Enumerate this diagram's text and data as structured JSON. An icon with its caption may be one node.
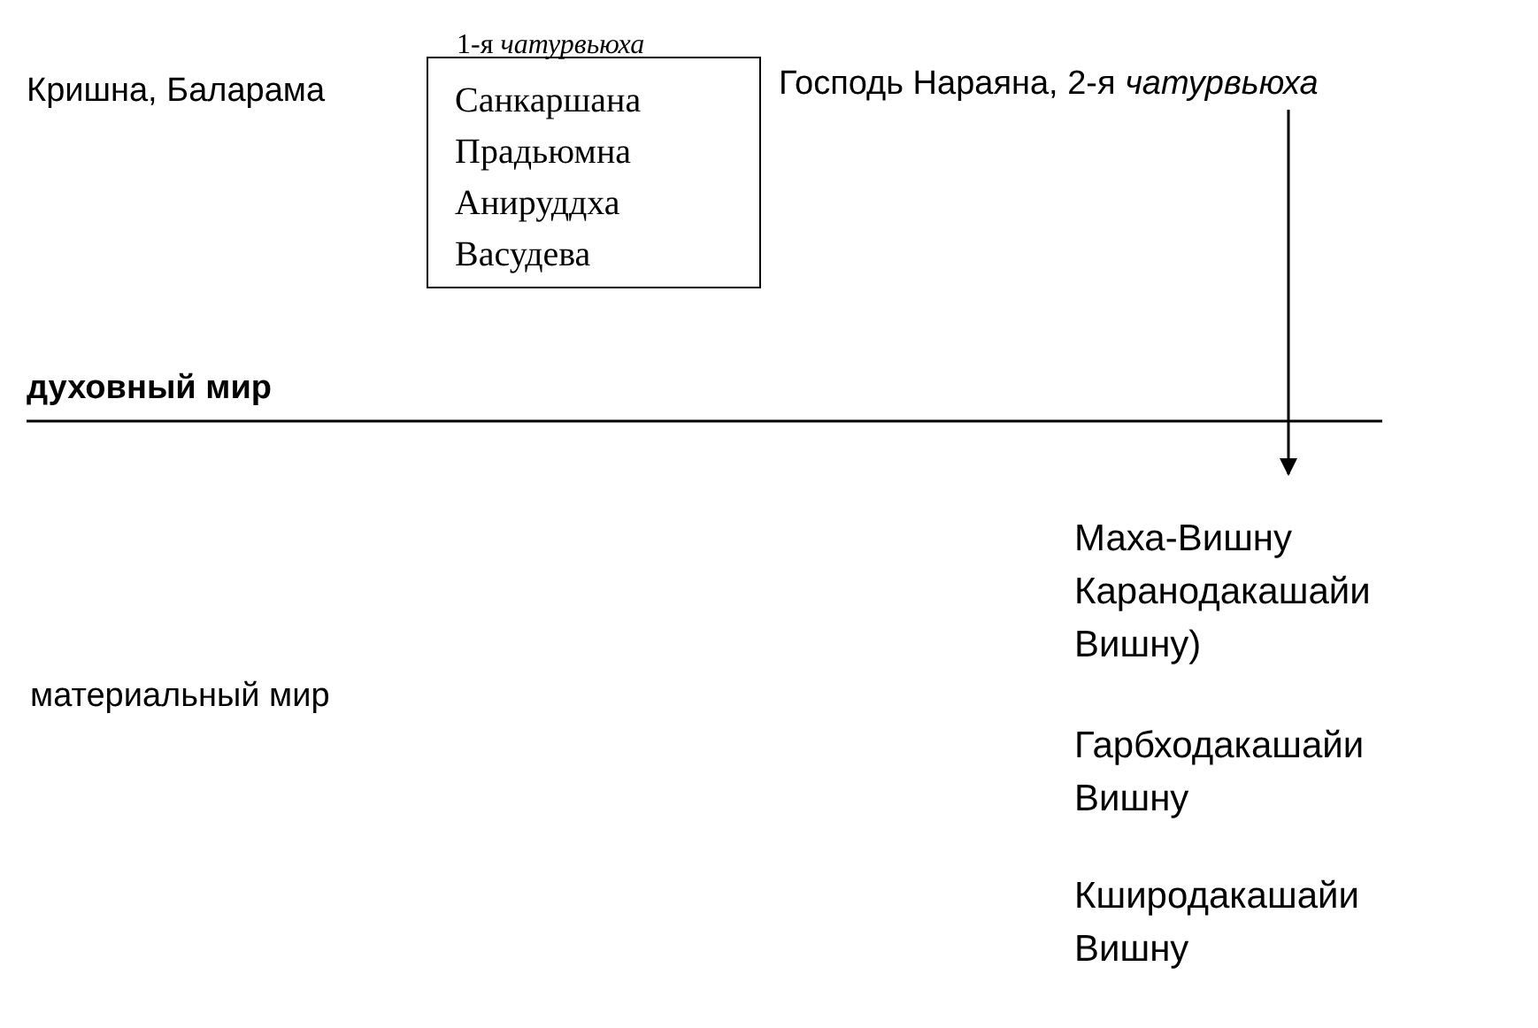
{
  "diagram": {
    "nodes": [
      {
        "text": [
          "1-я *чатурвьюха*",
          "Санкаршана",
          "Прадьюмна",
          "Анируддха",
          "Васудева"
        ]
      },
      {
        "text": [
          "Господь Нараяна,  2-я *чатурвьюха*"
        ]
      },
      {
        "text": [
          "Маха-Вишну Каранодакашайи  Вишну)"
        ]
      }
    ],
    "edges": [
      {
        "from": 1,
        "to": 2,
        "arrow": "to"
      }
    ],
    "labels": [
      "Кришна,  Баларама",
      "духовный мир",
      "материальный мир",
      "Гарбходакашайи Вишну",
      "Кширодакашайи Вишну"
    ]
  }
}
